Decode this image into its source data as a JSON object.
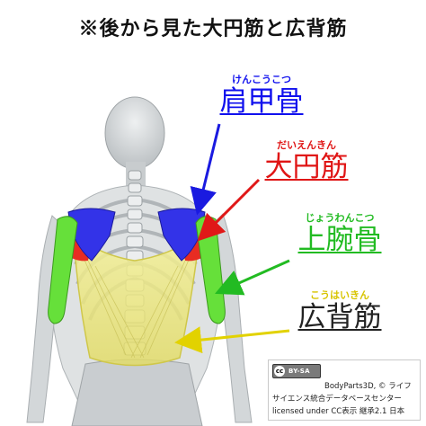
{
  "title": "※後から見た大円筋と広背筋",
  "labels": {
    "scapula": {
      "reading": "けんこうこつ",
      "name": "肩甲骨",
      "color": "#1111ee"
    },
    "teres_major": {
      "reading": "だいえんきん",
      "name": "大円筋",
      "color": "#e01515"
    },
    "humerus": {
      "reading": "じょうわんこつ",
      "name": "上腕骨",
      "color": "#22bb22"
    },
    "latissimus": {
      "reading": "こうはいきん",
      "name": "広背筋",
      "color": "#d8c400",
      "name_color": "#222222"
    }
  },
  "credit": {
    "badge_symbol": "cc",
    "badge_text": "BY-SA",
    "line1": "BodyParts3D, © ライフ",
    "line2": "サイエンス統合データベースセンター",
    "line3": "licensed under CC表示 継承2.1 日本"
  },
  "colors": {
    "bone": "#d6d9da",
    "bone_shade": "#b9bdbf",
    "scapula": "#3333e8",
    "teres_major": "#e82c22",
    "humerus": "#66e03a",
    "latissimus": "#e9e67a",
    "arrow_blue": "#1a1ae0",
    "arrow_red": "#e01818",
    "arrow_green": "#22bb22",
    "arrow_yellow": "#e2d200"
  }
}
